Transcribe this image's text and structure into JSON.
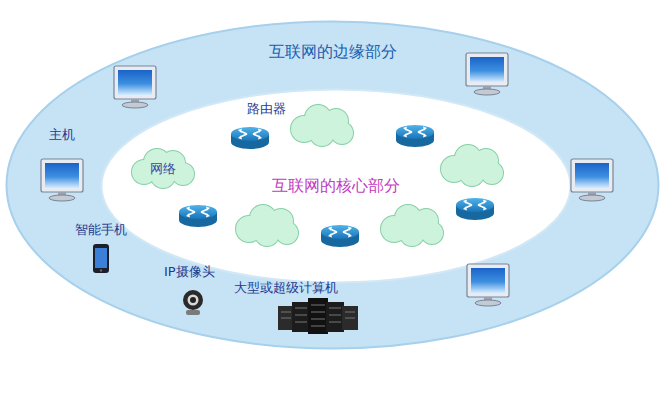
{
  "diagram": {
    "nodes": [
      {
        "text": [
          "互联网的边缘部分"
        ]
      },
      {
        "text": [
          "互联网的核心部分"
        ],
        "in": 0
      },
      {
        "text": [
          "网络"
        ],
        "in": 1
      }
    ],
    "labels": [
      "路由器",
      "主机",
      "智能手机",
      "IP摄像头",
      "大型或超级计算机"
    ]
  }
}
